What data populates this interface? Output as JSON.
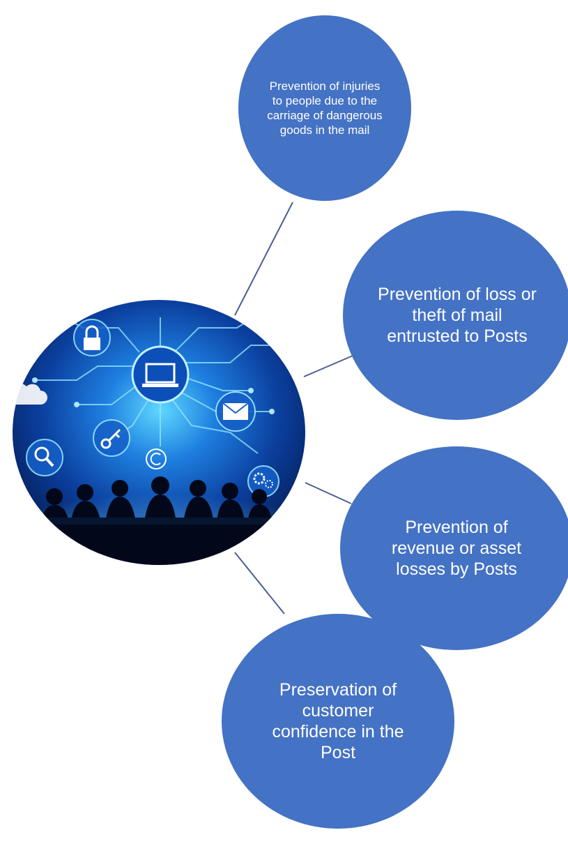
{
  "diagram": {
    "center_image": "technology-meeting-illustration",
    "nodes": [
      {
        "id": "injuries",
        "label": "Prevention of injuries to people due to the carriage of dangerous goods in the mail"
      },
      {
        "id": "loss",
        "label": "Prevention of loss or theft of mail entrusted to Posts"
      },
      {
        "id": "revenue",
        "label": "Prevention of revenue or asset losses by Posts"
      },
      {
        "id": "confidence",
        "label": "Preservation of customer confidence in the Post"
      }
    ],
    "colors": {
      "node_fill": "#4472c4",
      "connector": "#4a5f94",
      "text": "#ffffff"
    }
  }
}
